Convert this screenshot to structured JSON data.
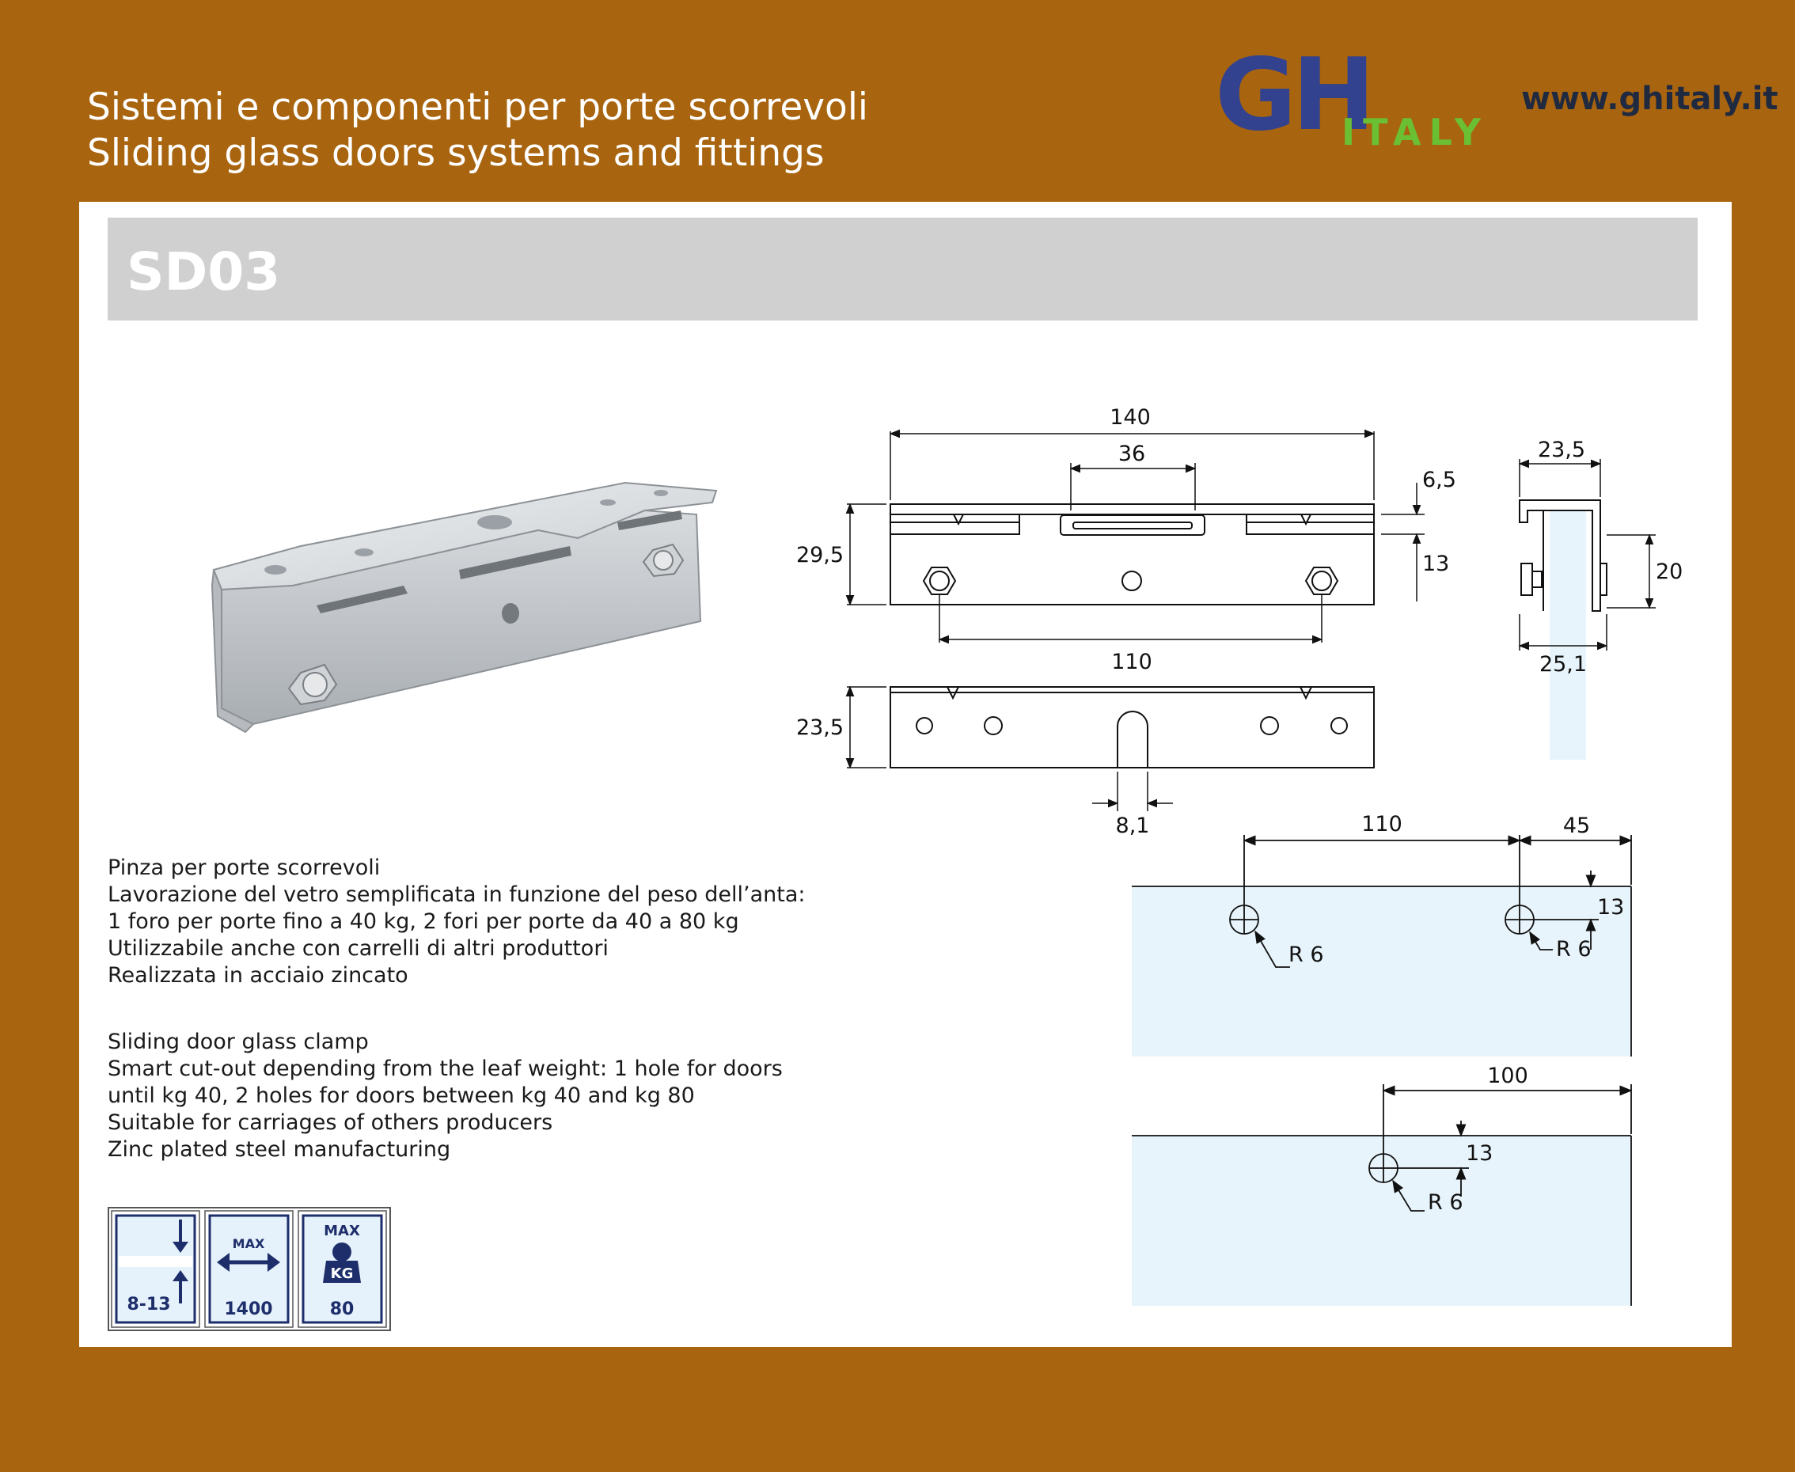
{
  "header": {
    "subtitle_it": "Sistemi e componenti per porte scorrevoli",
    "subtitle_en": "Sliding glass doors systems and fittings",
    "logo_main": "GH",
    "logo_sub": "ITALY",
    "website": "www.ghitaly.it"
  },
  "product": {
    "code": "SD03"
  },
  "description_it": [
    "Pinza per porte scorrevoli",
    "Lavorazione del vetro semplificata in funzione del peso dell’anta:",
    "1 foro per porte fino a 40 kg, 2 fori per porte da 40 a 80 kg",
    "Utilizzabile anche con carrelli di altri produttori",
    "Realizzata in acciaio zincato"
  ],
  "description_en": [
    "Sliding door glass clamp",
    "Smart cut-out depending from the leaf weight: 1 hole for doors",
    "until kg 40, 2 holes for doors between kg 40 and kg 80",
    "Suitable for carriages of others producers",
    "Zinc plated steel manufacturing"
  ],
  "badges": {
    "thickness": "8-13",
    "width_max_label": "MAX",
    "width_max": "1400",
    "weight_max_label": "MAX",
    "weight_unit": "KG",
    "weight_max": "80"
  },
  "dimensions": {
    "front_length": "140",
    "front_slot": "36",
    "front_height": "29,5",
    "front_top_offset": "6,5",
    "front_hole_offset": "13",
    "front_bolt_spacing": "110",
    "bottom_depth": "23,5",
    "bottom_slot": "8,1",
    "side_width_top": "23,5",
    "side_height": "20",
    "side_width_bottom": "25,1",
    "glass_two_hole_spacing": "110",
    "glass_two_hole_edge": "45",
    "glass_two_hole_vertical": "13",
    "glass_hole_radius": "R 6",
    "glass_one_hole_edge": "100",
    "glass_one_hole_vertical": "13"
  },
  "colors": {
    "background": "#A8640F",
    "panel": "#ffffff",
    "title_bar": "#d0d0d0",
    "logo_blue": "#33428e",
    "logo_green": "#6bbf32",
    "glass": "#e8f4fc"
  }
}
